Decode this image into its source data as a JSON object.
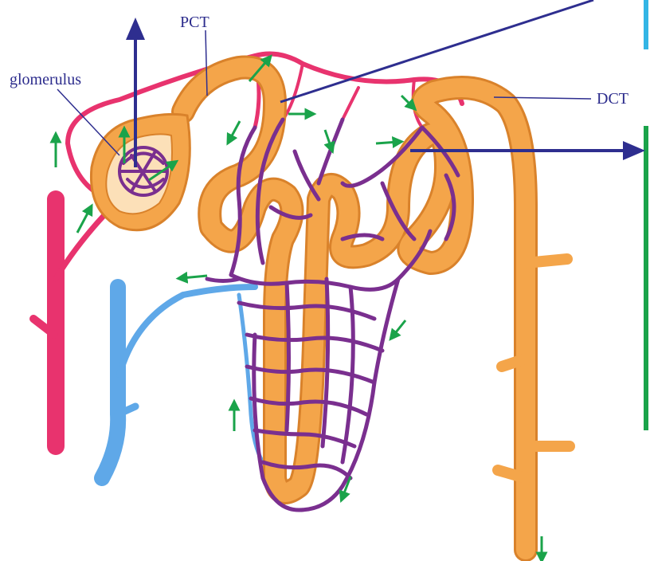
{
  "labels": {
    "pct": "PCT",
    "glomerulus": "glomerulus",
    "dct": "DCT"
  },
  "colors": {
    "tubule": "#f4a54a",
    "tubule_dark": "#d9822b",
    "artery": "#e8336e",
    "vein": "#5fa8e8",
    "capillary": "#7a2f8f",
    "flow_arrow": "#1aa34a",
    "big_arrow": "#2e2e8f",
    "side_bar_cyan": "#33b5e5",
    "side_bar_green": "#1aa34a"
  },
  "icons": {
    "flow": "green-flow-arrow-icon",
    "main": "navy-arrow-icon"
  }
}
